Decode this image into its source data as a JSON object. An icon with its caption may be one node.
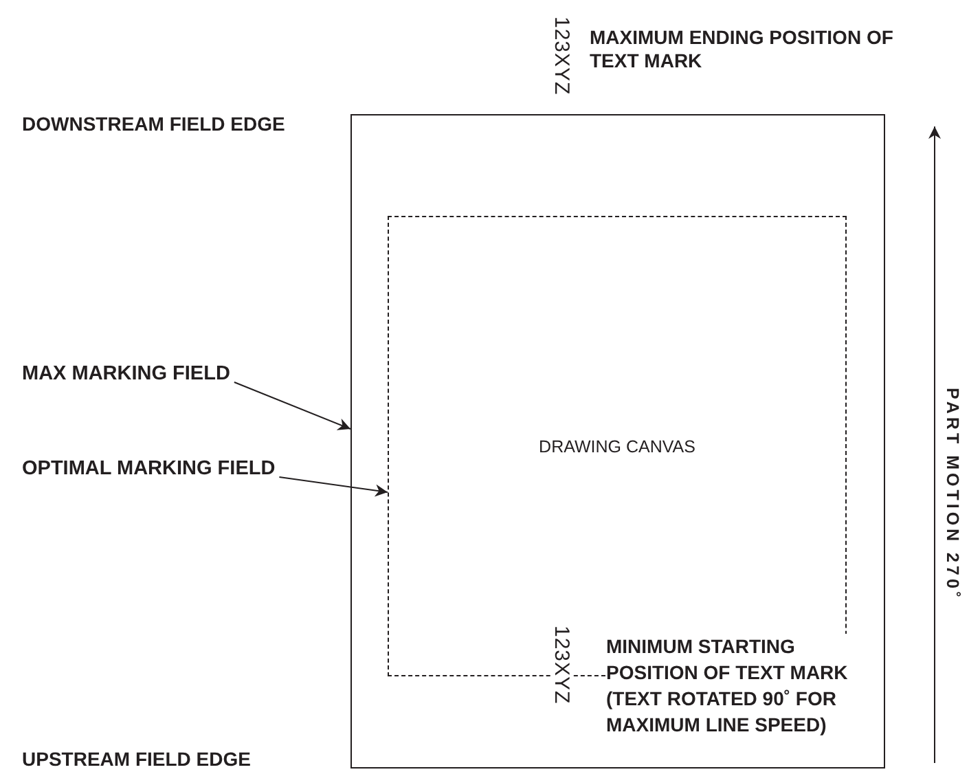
{
  "diagram": {
    "nodes": [
      {
        "text": [],
        "shape": "box"
      },
      {
        "text": [
          "DRAWING CANVAS"
        ],
        "in": 0
      },
      {
        "text": [
          "MAX MARKING FIELD"
        ]
      },
      {
        "text": [
          "OPTIMAL MARKING FIELD"
        ]
      }
    ],
    "edges": [
      {
        "from": 2,
        "to": 0,
        "arrow": "to"
      },
      {
        "from": 3,
        "to": 1,
        "arrow": "to"
      }
    ],
    "labels": [
      "123XYZ",
      "MAXIMUM ENDING POSITION OF TEXT MARK",
      "DOWNSTREAM FIELD EDGE",
      "PART MOTION 270˚",
      "MINIMUM STARTING POSITION OF TEXT MARK (TEXT ROTATED 90˚ FOR MAXIMUM LINE SPEED)",
      "123XYZ",
      "UPSTREAM FIELD EDGE"
    ]
  }
}
